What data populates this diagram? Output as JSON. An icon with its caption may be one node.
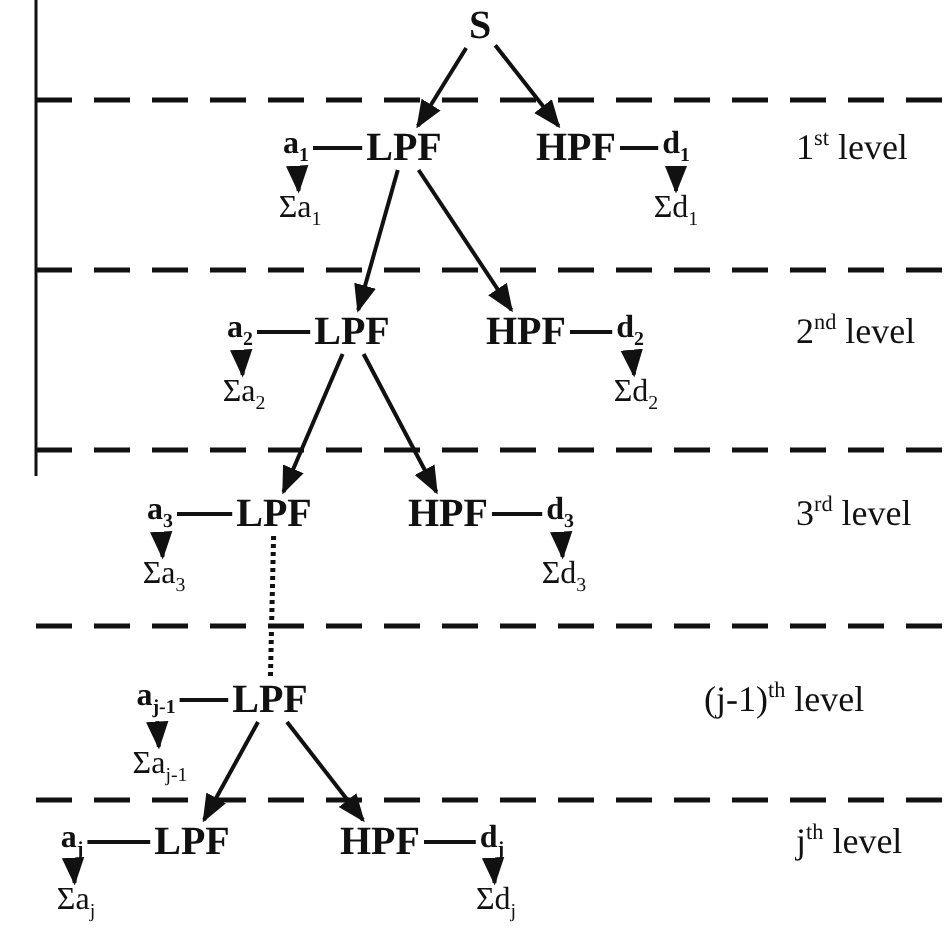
{
  "diagram": {
    "nodes": [
      {
        "text": [
          "S"
        ]
      },
      {
        "text": [
          "a$_{1}$"
        ]
      },
      {
        "text": [
          "LPF"
        ]
      },
      {
        "text": [
          "HPF"
        ]
      },
      {
        "text": [
          "d$_{1}$"
        ]
      },
      {
        "text": [
          "Σa$_{1}$"
        ]
      },
      {
        "text": [
          "Σd$_{1}$"
        ]
      },
      {
        "text": [
          "a$_{2}$"
        ]
      },
      {
        "text": [
          "LPF"
        ]
      },
      {
        "text": [
          "HPF"
        ]
      },
      {
        "text": [
          "d$_{2}$"
        ]
      },
      {
        "text": [
          "Σa$_{2}$"
        ]
      },
      {
        "text": [
          "Σd$_{2}$"
        ]
      },
      {
        "text": [
          "a$_{3}$"
        ]
      },
      {
        "text": [
          "LPF"
        ]
      },
      {
        "text": [
          "HPF"
        ]
      },
      {
        "text": [
          "d$_{3}$"
        ]
      },
      {
        "text": [
          "Σa$_{3}$"
        ]
      },
      {
        "text": [
          "Σd$_{3}$"
        ]
      },
      {
        "text": [
          "a$_{j-1}$"
        ]
      },
      {
        "text": [
          "LPF"
        ]
      },
      {
        "text": [
          "Σa$_{j-1}$"
        ]
      },
      {
        "text": [
          "a$_{j}$"
        ]
      },
      {
        "text": [
          "LPF"
        ]
      },
      {
        "text": [
          "HPF"
        ]
      },
      {
        "text": [
          "d$_{j}$"
        ]
      },
      {
        "text": [
          "Σa$_{j}$"
        ]
      },
      {
        "text": [
          "Σd$_{j}$"
        ]
      }
    ],
    "edges": [
      {
        "from": 0,
        "to": 2,
        "arrow": "to"
      },
      {
        "from": 0,
        "to": 3,
        "arrow": "to"
      },
      {
        "from": 1,
        "to": 2,
        "arrow": "none"
      },
      {
        "from": 3,
        "to": 4,
        "arrow": "none"
      },
      {
        "from": 1,
        "to": 5,
        "arrow": "to"
      },
      {
        "from": 4,
        "to": 6,
        "arrow": "to"
      },
      {
        "from": 2,
        "to": 8,
        "arrow": "to"
      },
      {
        "from": 2,
        "to": 9,
        "arrow": "to"
      },
      {
        "from": 7,
        "to": 8,
        "arrow": "none"
      },
      {
        "from": 9,
        "to": 10,
        "arrow": "none"
      },
      {
        "from": 7,
        "to": 11,
        "arrow": "to"
      },
      {
        "from": 10,
        "to": 12,
        "arrow": "to"
      },
      {
        "from": 8,
        "to": 14,
        "arrow": "to"
      },
      {
        "from": 8,
        "to": 15,
        "arrow": "to"
      },
      {
        "from": 13,
        "to": 14,
        "arrow": "none"
      },
      {
        "from": 15,
        "to": 16,
        "arrow": "none"
      },
      {
        "from": 13,
        "to": 17,
        "arrow": "to"
      },
      {
        "from": 16,
        "to": 18,
        "arrow": "to"
      },
      {
        "from": 14,
        "to": 20,
        "arrow": "none",
        "style": "dashed"
      },
      {
        "from": 19,
        "to": 20,
        "arrow": "none"
      },
      {
        "from": 19,
        "to": 21,
        "arrow": "to"
      },
      {
        "from": 20,
        "to": 23,
        "arrow": "to"
      },
      {
        "from": 20,
        "to": 24,
        "arrow": "to"
      },
      {
        "from": 22,
        "to": 23,
        "arrow": "none"
      },
      {
        "from": 24,
        "to": 25,
        "arrow": "none"
      },
      {
        "from": 22,
        "to": 26,
        "arrow": "to"
      },
      {
        "from": 25,
        "to": 27,
        "arrow": "to"
      }
    ],
    "labels": [
      "1$^{st}$ level",
      "2$^{nd}$ level",
      "3$^{rd}$ level",
      "(j-1)$^{th}$ level",
      "j$^{th}$ level"
    ]
  }
}
